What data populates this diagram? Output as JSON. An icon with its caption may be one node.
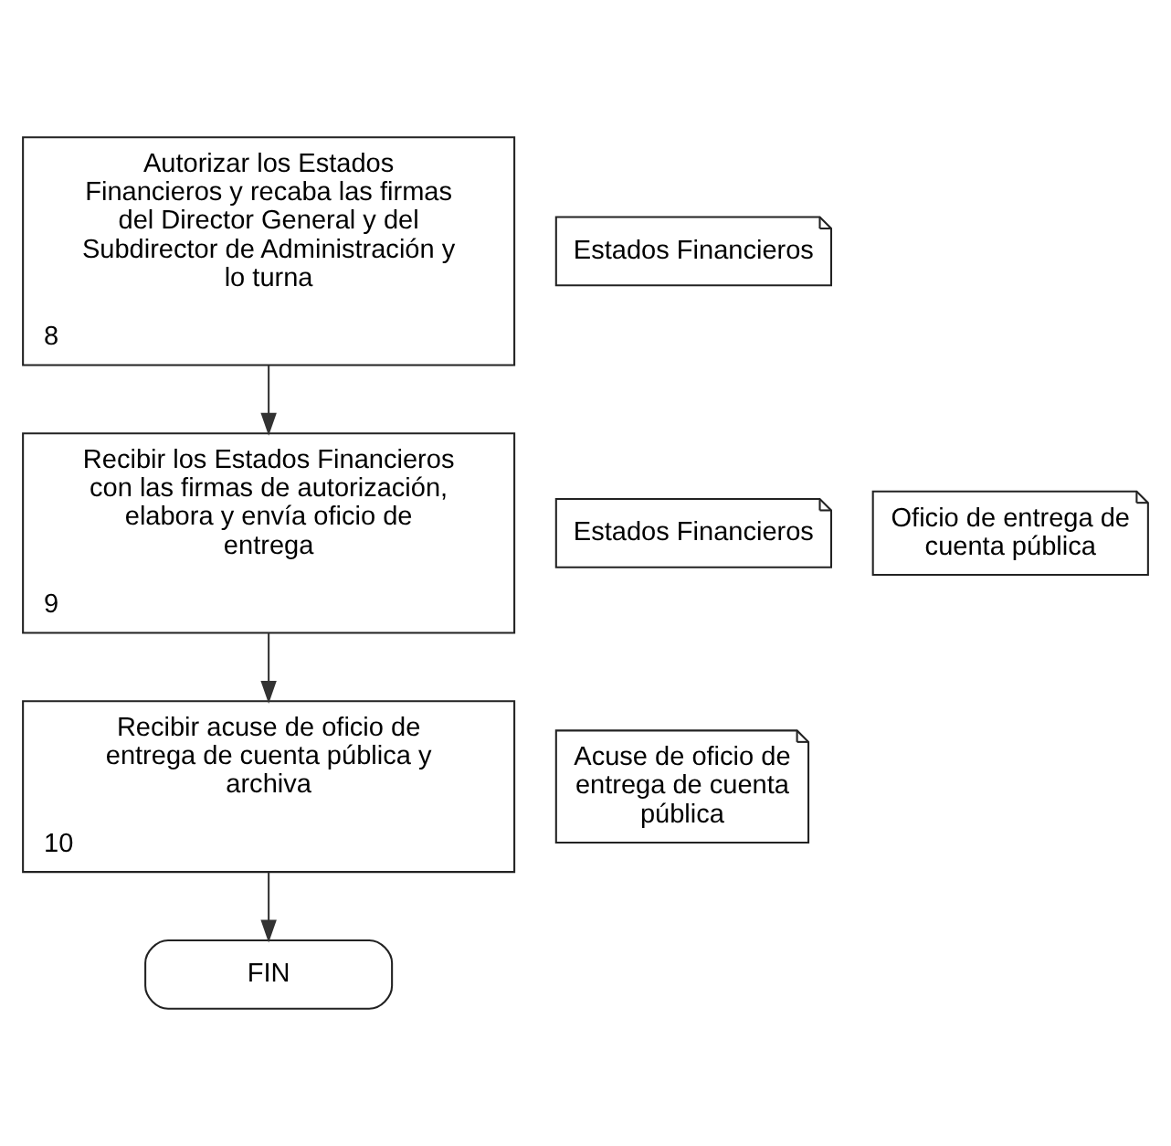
{
  "diagram": {
    "nodes": [
      {
        "text": [
          "Autorizar los Estados Financieros y recaba las firmas del Director General y del Subdirector de Administración y lo turna",
          "8"
        ]
      },
      {
        "text": [
          "Estados Financieros"
        ]
      },
      {
        "text": [
          "Recibir los Estados Financieros con las firmas de autorización, elabora y envía oficio de entrega",
          "9"
        ]
      },
      {
        "text": [
          "Estados Financieros"
        ]
      },
      {
        "text": [
          "Oficio de entrega de cuenta pública"
        ]
      },
      {
        "text": [
          "Recibir acuse de oficio de entrega de cuenta pública y archiva",
          "10"
        ]
      },
      {
        "text": [
          "Acuse de oficio de entrega de cuenta pública"
        ]
      },
      {
        "text": [
          "FIN"
        ]
      }
    ],
    "edges": [
      {
        "from": 0,
        "to": 2,
        "arrow": "to"
      },
      {
        "from": 2,
        "to": 5,
        "arrow": "to"
      },
      {
        "from": 5,
        "to": 7,
        "arrow": "to"
      }
    ]
  }
}
